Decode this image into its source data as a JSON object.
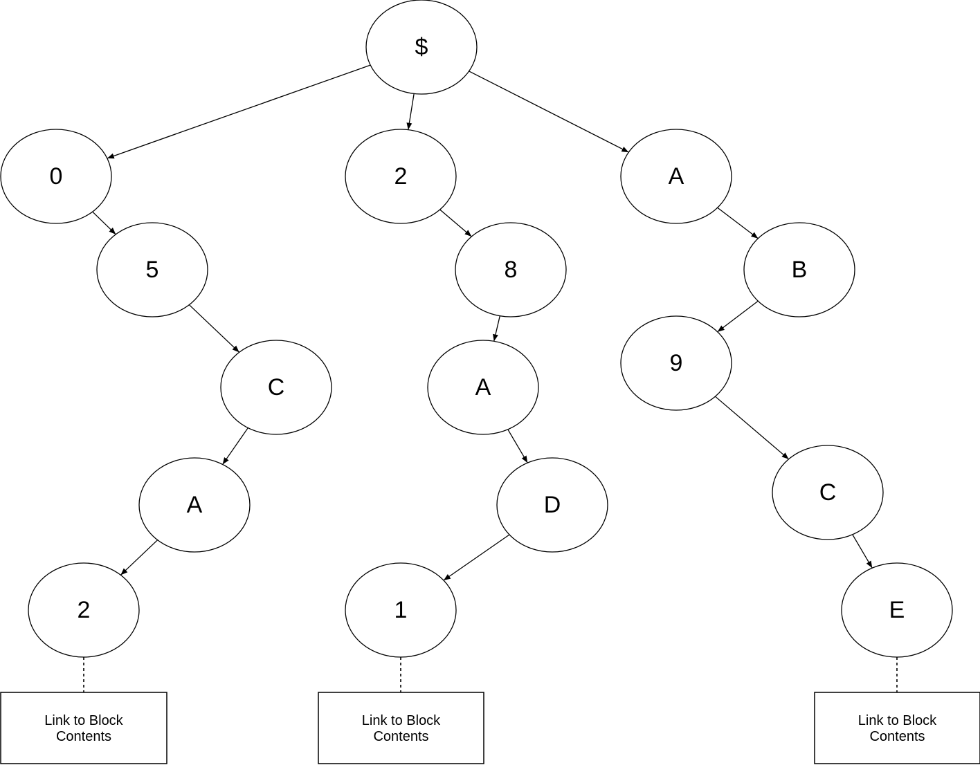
{
  "diagram": {
    "nodes": [
      {
        "id": "root",
        "label": "$"
      },
      {
        "id": "n0",
        "label": "0"
      },
      {
        "id": "n5",
        "label": "5"
      },
      {
        "id": "nC1",
        "label": "C"
      },
      {
        "id": "nA1",
        "label": "A"
      },
      {
        "id": "n2a",
        "label": "2"
      },
      {
        "id": "n2b",
        "label": "2"
      },
      {
        "id": "n8",
        "label": "8"
      },
      {
        "id": "nA2",
        "label": "A"
      },
      {
        "id": "nD",
        "label": "D"
      },
      {
        "id": "n1",
        "label": "1"
      },
      {
        "id": "nA3",
        "label": "A"
      },
      {
        "id": "nB",
        "label": "B"
      },
      {
        "id": "n9",
        "label": "9"
      },
      {
        "id": "nC2",
        "label": "C"
      },
      {
        "id": "nE",
        "label": "E"
      }
    ],
    "edges": [
      {
        "from": "root",
        "to": "n0"
      },
      {
        "from": "root",
        "to": "n2b"
      },
      {
        "from": "root",
        "to": "nA3"
      },
      {
        "from": "n0",
        "to": "n5"
      },
      {
        "from": "n5",
        "to": "nC1"
      },
      {
        "from": "nC1",
        "to": "nA1"
      },
      {
        "from": "nA1",
        "to": "n2a"
      },
      {
        "from": "n2b",
        "to": "n8"
      },
      {
        "from": "n8",
        "to": "nA2"
      },
      {
        "from": "nA2",
        "to": "nD"
      },
      {
        "from": "nD",
        "to": "n1"
      },
      {
        "from": "nA3",
        "to": "nB"
      },
      {
        "from": "nB",
        "to": "n9"
      },
      {
        "from": "n9",
        "to": "nC2"
      },
      {
        "from": "nC2",
        "to": "nE"
      }
    ],
    "links": [
      {
        "id": "link1",
        "from": "n2a",
        "line1": "Link to Block",
        "line2": "Contents"
      },
      {
        "id": "link2",
        "from": "n1",
        "line1": "Link to Block",
        "line2": "Contents"
      },
      {
        "id": "link3",
        "from": "nE",
        "line1": "Link to Block",
        "line2": "Contents"
      }
    ]
  }
}
